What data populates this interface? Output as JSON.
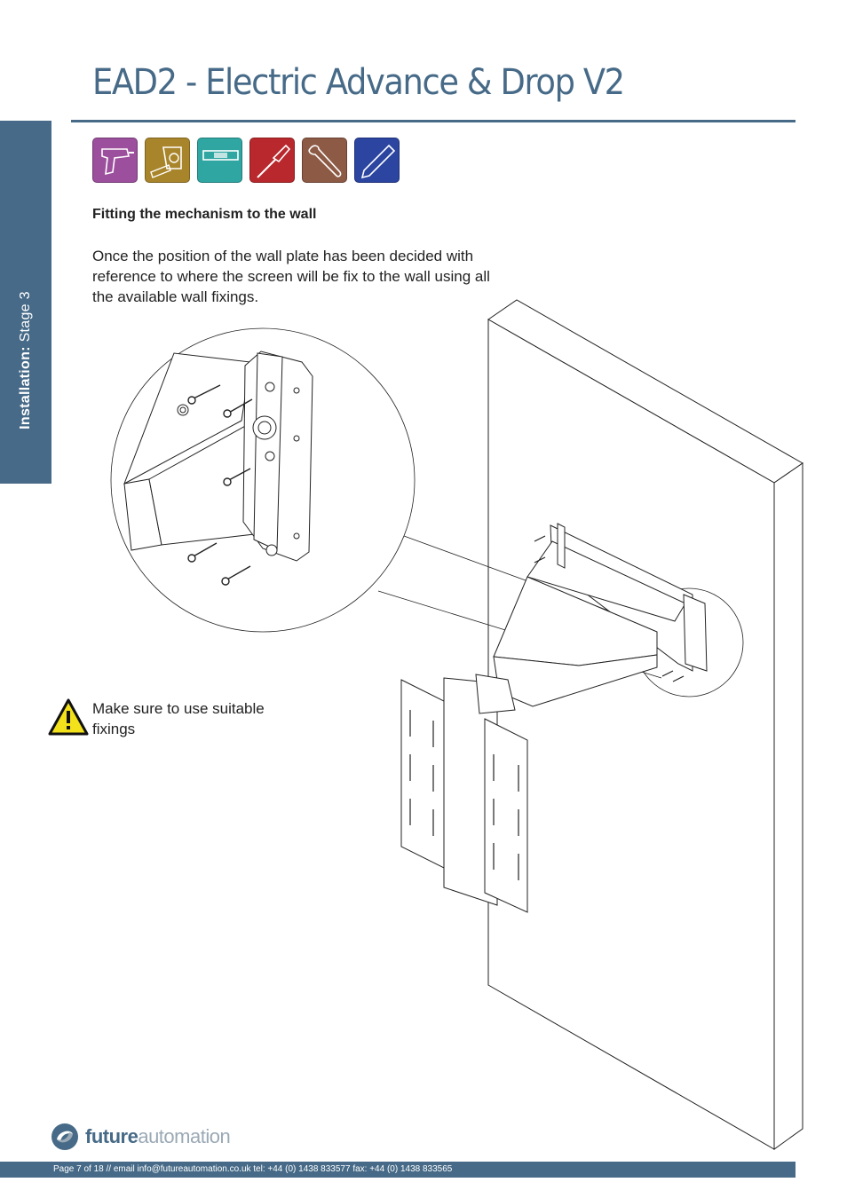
{
  "sidebar": {
    "label_bold": "Installation:",
    "label_rest": " Stage 3"
  },
  "header": {
    "title": "EAD2 - Electric Advance & Drop V2"
  },
  "tools": [
    {
      "icon": "drill-icon",
      "color": "#9b4f9c"
    },
    {
      "icon": "tape-measure-icon",
      "color": "#a8852b"
    },
    {
      "icon": "spirit-level-icon",
      "color": "#2fa6a2"
    },
    {
      "icon": "screwdriver-icon",
      "color": "#b8282d"
    },
    {
      "icon": "spanner-icon",
      "color": "#8c5a45"
    },
    {
      "icon": "pencil-icon",
      "color": "#2b45a0"
    }
  ],
  "section": {
    "heading": "Fitting the mechanism to the wall",
    "body": "Once the position of the wall plate has been decided with reference to where the screen will be fix to the wall using all the available wall fixings."
  },
  "warning": {
    "icon": "warning-triangle-icon",
    "text": "Make sure to use suitable fixings"
  },
  "brand": {
    "logo_part1": "future",
    "logo_part2": "automation"
  },
  "footer": {
    "text": "Page 7 of 18 // email info@futureautomation.co.uk  tel: +44 (0) 1438 833577  fax: +44 (0) 1438 833565"
  },
  "colors": {
    "accent": "#466a87"
  }
}
